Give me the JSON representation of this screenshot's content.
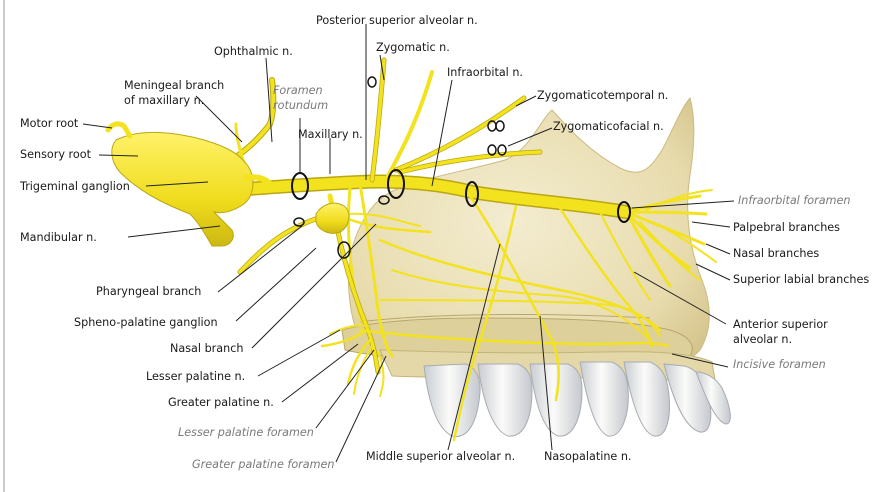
{
  "labels": {
    "posterior_superior_alveolar": "Posterior superior alveolar n.",
    "zygomatic": "Zygomatic n.",
    "ophthalmic": "Ophthalmic n.",
    "infraorbital": "Infraorbital n.",
    "zygomaticotemporal": "Zygomaticotemporal n.",
    "meningeal_1": "Meningeal branch",
    "meningeal_2": "of  maxillary n.",
    "foramen_rotundum_1": "Foramen",
    "foramen_rotundum_2": "rotundum",
    "zygomaticofacial": "Zygomaticofacial n.",
    "motor_root": "Motor root",
    "maxillary": "Maxillary n.",
    "sensory_root": "Sensory root",
    "trigeminal_ganglion": "Trigeminal ganglion",
    "infraorbital_foramen": "Infraorbital foramen",
    "palpebral": "Palpebral branches",
    "mandibular": "Mandibular n.",
    "nasal_branches": "Nasal branches",
    "superior_labial": "Superior labial branches",
    "pharyngeal": "Pharyngeal branch",
    "spheno_palatine": "Spheno-palatine ganglion",
    "anterior_superior_1": "Anterior superior",
    "anterior_superior_2": "alveolar n.",
    "nasal_branch": "Nasal branch",
    "incisive_foramen": "Incisive foramen",
    "lesser_palatine": "Lesser palatine n.",
    "greater_palatine": "Greater palatine n.",
    "lesser_palatine_foramen": "Lesser palatine foramen",
    "middle_superior_alveolar": "Middle superior alveolar n.",
    "nasopalatine": "Nasopalatine n.",
    "greater_palatine_foramen": "Greater palatine foramen"
  },
  "colors": {
    "nerve": "#f3e21e",
    "nerve_outline": "#b9a712",
    "bone": "#ede4bd",
    "bone_shade": "#d9cd97",
    "tooth": "#f5f5f2",
    "tooth_shade": "#c9ccd0",
    "foramen_ring": "#111111",
    "leader": "#222222",
    "italic_label": "#7a7a7a"
  }
}
